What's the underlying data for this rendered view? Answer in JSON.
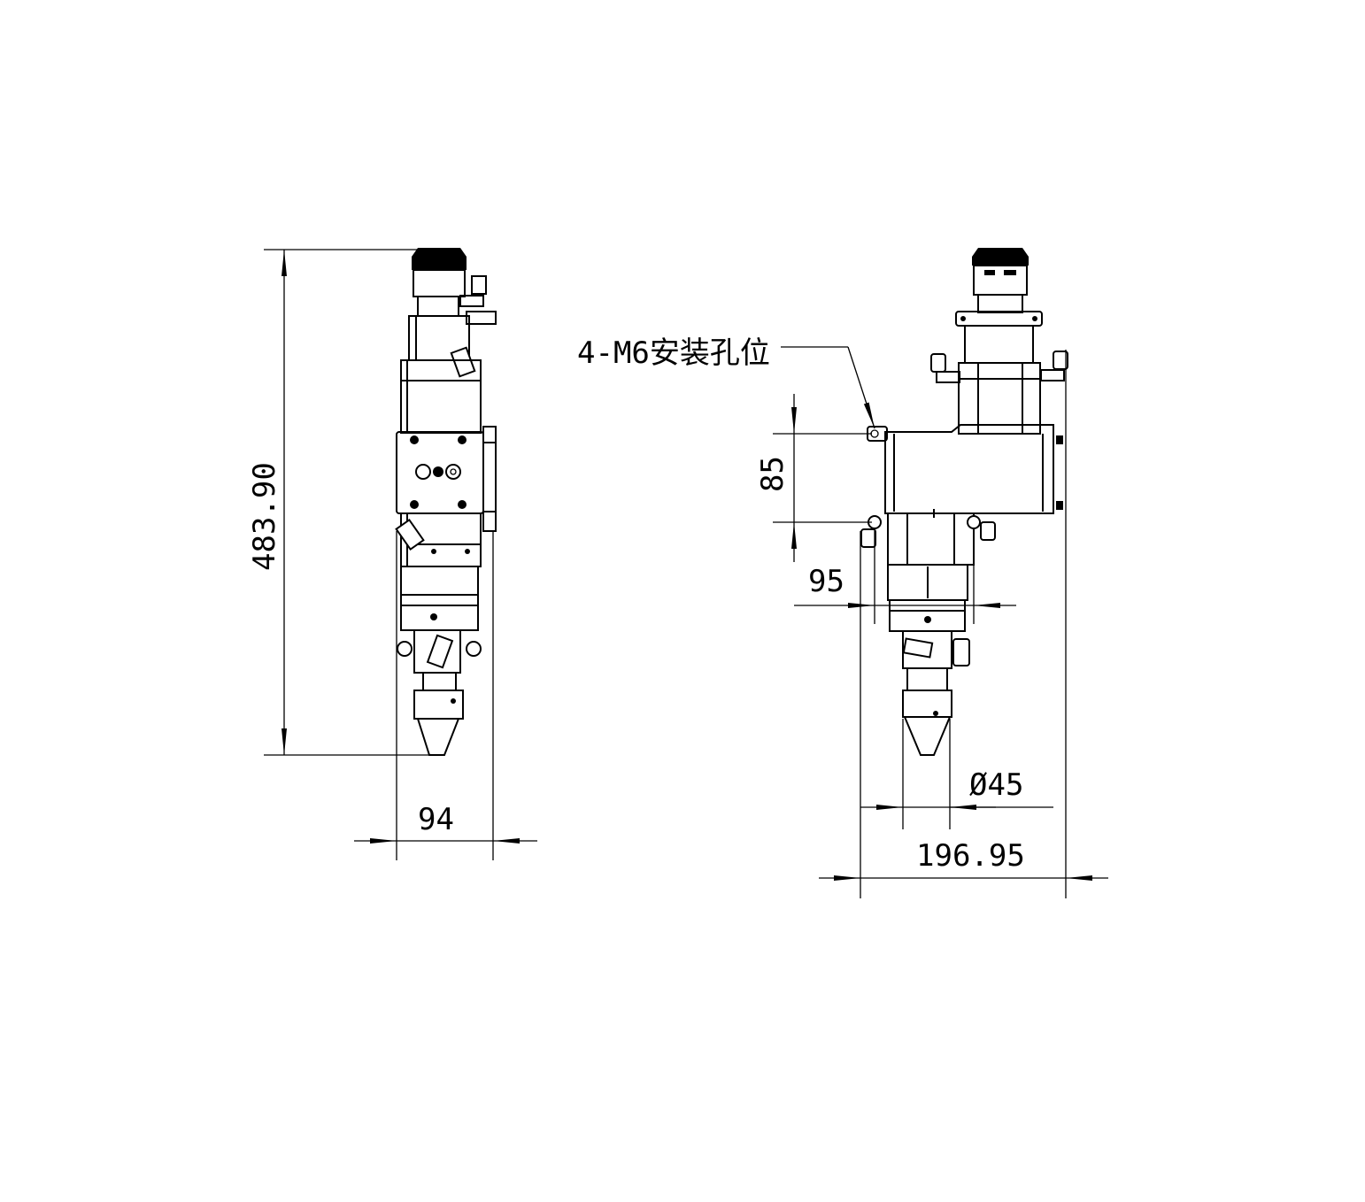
{
  "drawing": {
    "front_view": {
      "height_dim": "483.90",
      "width_dim": "94"
    },
    "side_view": {
      "mount_label": "4-M6安装孔位",
      "hole_spacing_dim": "85",
      "mount_width_dim": "95",
      "nozzle_diameter_dim": "Ø45",
      "total_width_dim": "196.95"
    },
    "line_color": "#000000",
    "background_color": "#ffffff"
  }
}
